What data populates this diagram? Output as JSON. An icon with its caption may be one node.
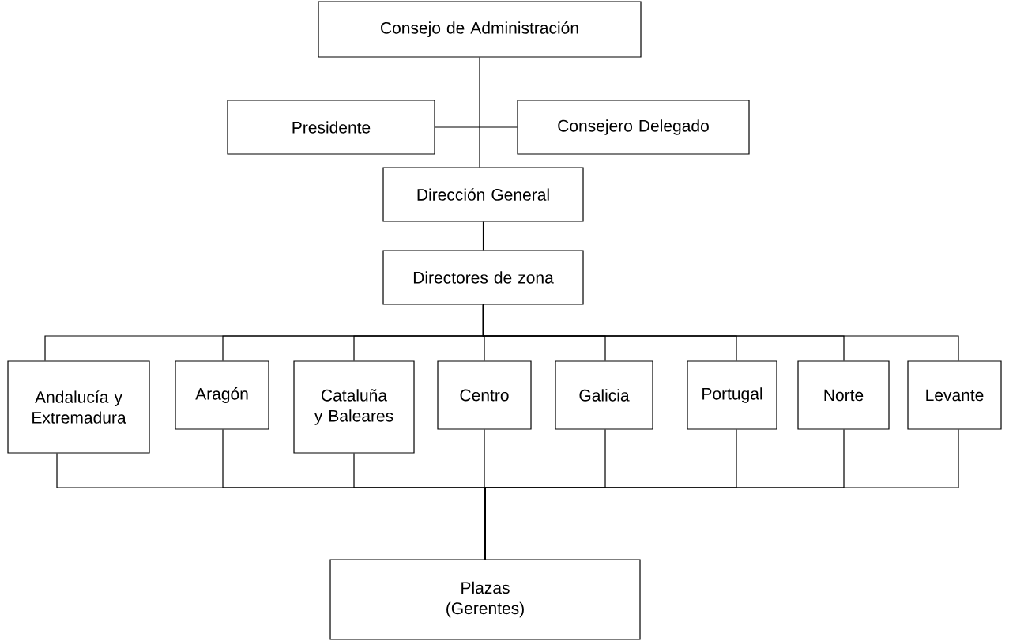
{
  "diagram": {
    "nodes": [
      {
        "text": [
          "Consejo de Administración"
        ]
      },
      {
        "text": [
          "Presidente"
        ]
      },
      {
        "text": [
          "Consejero Delegado"
        ]
      },
      {
        "text": [
          "Dirección General"
        ]
      },
      {
        "text": [
          "Directores de zona"
        ]
      },
      {
        "text": [
          "Andalucía y Extremadura"
        ]
      },
      {
        "text": [
          "Aragón"
        ]
      },
      {
        "text": [
          "Cataluña y Baleares"
        ]
      },
      {
        "text": [
          "Centro"
        ]
      },
      {
        "text": [
          "Galicia"
        ]
      },
      {
        "text": [
          "Portugal"
        ]
      },
      {
        "text": [
          "Norte"
        ]
      },
      {
        "text": [
          "Levante"
        ]
      },
      {
        "text": [
          "Plazas (Gerentes)"
        ]
      }
    ],
    "edges": [
      {
        "from": 0,
        "to": 3,
        "arrow": "none"
      },
      {
        "from": 1,
        "to": 2,
        "arrow": "none"
      },
      {
        "from": 3,
        "to": 4,
        "arrow": "none"
      },
      {
        "from": 4,
        "to": 5,
        "arrow": "none"
      },
      {
        "from": 4,
        "to": 6,
        "arrow": "none"
      },
      {
        "from": 4,
        "to": 7,
        "arrow": "none"
      },
      {
        "from": 4,
        "to": 8,
        "arrow": "none"
      },
      {
        "from": 4,
        "to": 9,
        "arrow": "none"
      },
      {
        "from": 4,
        "to": 10,
        "arrow": "none"
      },
      {
        "from": 4,
        "to": 11,
        "arrow": "none"
      },
      {
        "from": 4,
        "to": 12,
        "arrow": "none"
      },
      {
        "from": 5,
        "to": 13,
        "arrow": "none"
      },
      {
        "from": 6,
        "to": 13,
        "arrow": "none"
      },
      {
        "from": 7,
        "to": 13,
        "arrow": "none"
      },
      {
        "from": 8,
        "to": 13,
        "arrow": "none"
      },
      {
        "from": 9,
        "to": 13,
        "arrow": "none"
      },
      {
        "from": 10,
        "to": 13,
        "arrow": "none"
      },
      {
        "from": 11,
        "to": 13,
        "arrow": "none"
      },
      {
        "from": 12,
        "to": 13,
        "arrow": "none"
      }
    ]
  }
}
